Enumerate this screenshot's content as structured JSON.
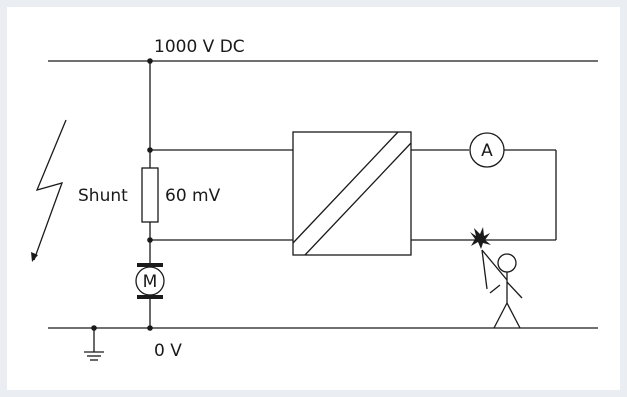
{
  "labels": {
    "top_rail": "1000 V DC",
    "bottom_rail": "0 V",
    "shunt": "Shunt",
    "shunt_voltage": "60 mV",
    "motor": "M",
    "ammeter": "A"
  },
  "colors": {
    "background": "#eaeef3",
    "panel": "#ffffff",
    "line": "#1a1a1a"
  },
  "icons": [
    "lightning-icon",
    "ground-icon",
    "spark-icon",
    "person-icon"
  ]
}
